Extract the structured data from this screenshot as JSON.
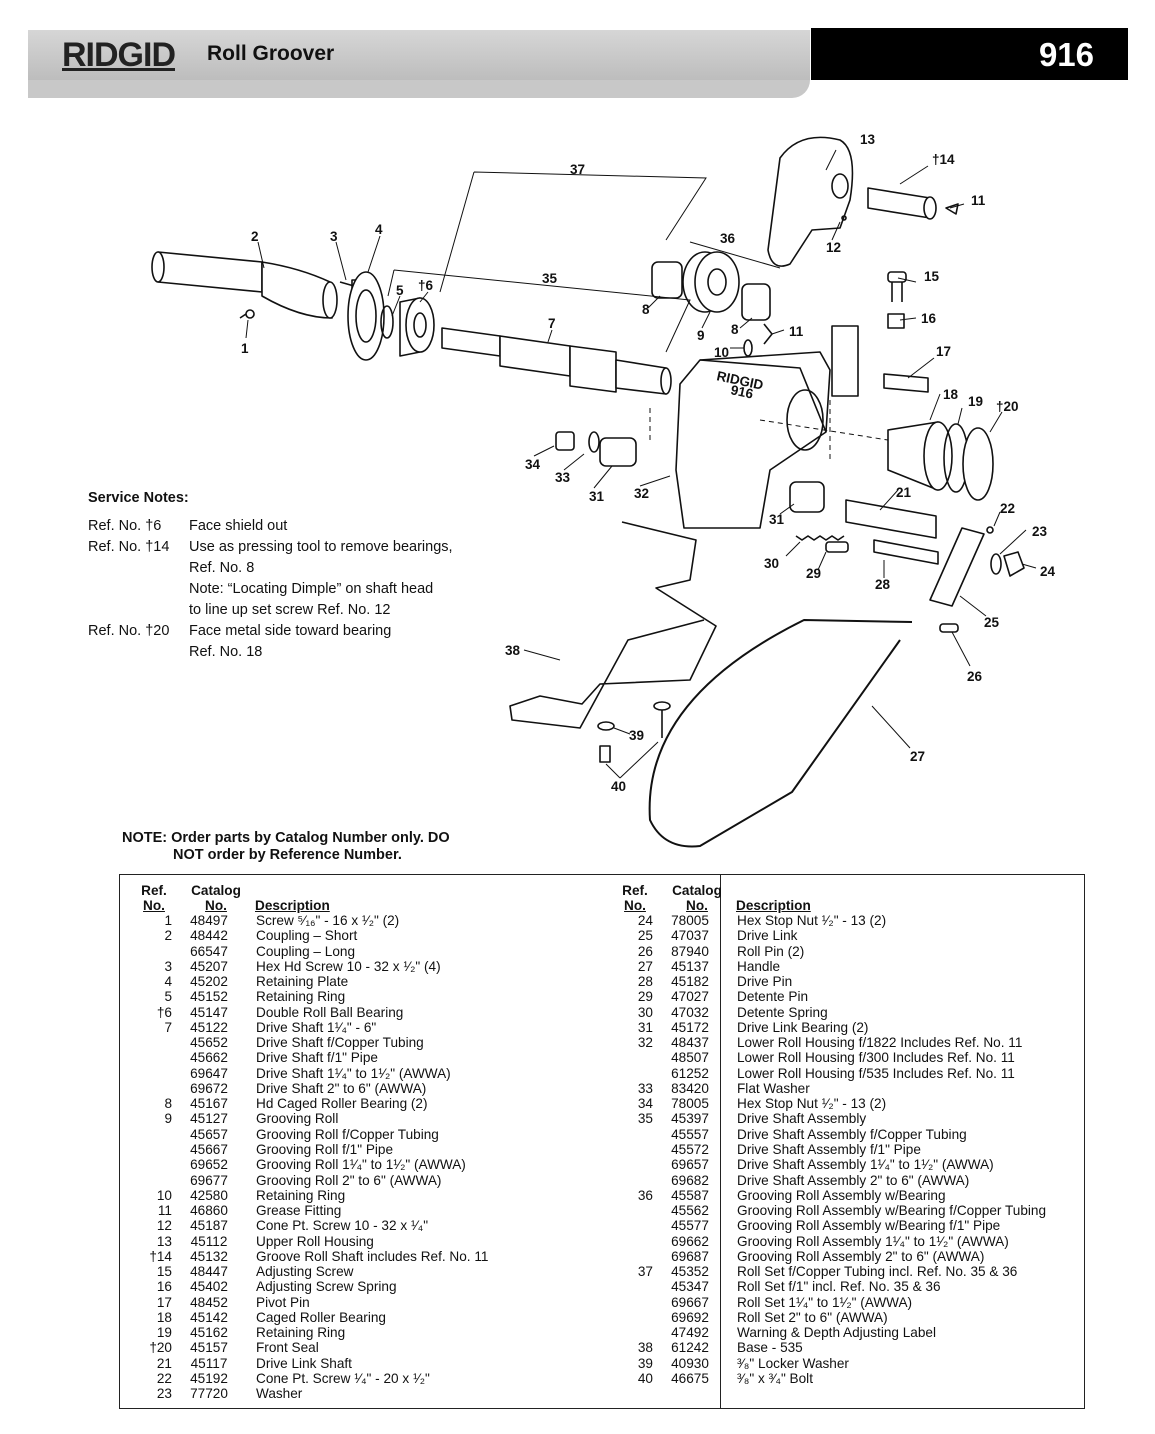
{
  "header": {
    "brand": "RIDGID",
    "title": "Roll Groover",
    "model": "916"
  },
  "callouts": {
    "c1": "1",
    "c2": "2",
    "c3": "3",
    "c4": "4",
    "c5": "5",
    "c6": "†6",
    "c7": "7",
    "c8a": "8",
    "c8b": "8",
    "c9": "9",
    "c10": "10",
    "c11a": "11",
    "c11b": "11",
    "c12": "12",
    "c13": "13",
    "c14": "†14",
    "c15": "15",
    "c16": "16",
    "c17": "17",
    "c18": "18",
    "c19": "19",
    "c20": "†20",
    "c21": "21",
    "c22": "22",
    "c23": "23",
    "c24": "24",
    "c25": "25",
    "c26": "26",
    "c27": "27",
    "c28": "28",
    "c29": "29",
    "c30": "30",
    "c31a": "31",
    "c31b": "31",
    "c32": "32",
    "c33": "33",
    "c34": "34",
    "c35": "35",
    "c36": "36",
    "c37": "37",
    "c38": "38",
    "c39": "39",
    "c40": "40"
  },
  "housing_marking": {
    "brand": "RIDGID",
    "model": "916"
  },
  "service_notes": {
    "heading": "Service Notes:",
    "items": [
      {
        "ref": "Ref. No. †6",
        "lines": [
          "Face shield out"
        ]
      },
      {
        "ref": "Ref. No. †14",
        "lines": [
          "Use as pressing tool to remove bearings,",
          "Ref. No. 8",
          "Note: “Locating Dimple” on shaft head",
          "to line up set screw Ref. No. 12"
        ]
      },
      {
        "ref": "Ref. No. †20",
        "lines": [
          "Face metal side toward bearing",
          "Ref. No. 18"
        ]
      }
    ]
  },
  "order_note": {
    "line1": "NOTE: Order parts by Catalog Number only. DO",
    "line2": "NOT order by Reference Number."
  },
  "parts_table": {
    "headers": {
      "ref_top": "Ref.",
      "ref_bottom": "No.",
      "cat_top": "Catalog",
      "cat_bottom": "No.",
      "desc": "Description"
    },
    "left": [
      {
        "ref": "1",
        "cat": "48497",
        "desc": "Screw ⁵⁄₁₆\" - 16 x ¹⁄₂\" (2)"
      },
      {
        "ref": "2",
        "cat": "48442",
        "desc": "Coupling – Short"
      },
      {
        "ref": "",
        "cat": "66547",
        "desc": "Coupling – Long"
      },
      {
        "ref": "3",
        "cat": "45207",
        "desc": "Hex Hd Screw 10 - 32 x ¹⁄₂\" (4)"
      },
      {
        "ref": "4",
        "cat": "45202",
        "desc": "Retaining Plate"
      },
      {
        "ref": "5",
        "cat": "45152",
        "desc": "Retaining Ring"
      },
      {
        "ref": "†6",
        "cat": "45147",
        "desc": "Double Roll Ball Bearing"
      },
      {
        "ref": "7",
        "cat": "45122",
        "desc": "Drive Shaft 1¹⁄₄\" - 6\""
      },
      {
        "ref": "",
        "cat": "45652",
        "desc": "Drive Shaft f/Copper Tubing"
      },
      {
        "ref": "",
        "cat": "45662",
        "desc": "Drive Shaft f/1\" Pipe"
      },
      {
        "ref": "",
        "cat": "69647",
        "desc": "Drive Shaft 1¹⁄₄\" to 1¹⁄₂\" (AWWA)"
      },
      {
        "ref": "",
        "cat": "69672",
        "desc": "Drive Shaft 2\" to 6\" (AWWA)"
      },
      {
        "ref": "8",
        "cat": "45167",
        "desc": "Hd Caged Roller Bearing (2)"
      },
      {
        "ref": "9",
        "cat": "45127",
        "desc": "Grooving Roll"
      },
      {
        "ref": "",
        "cat": "45657",
        "desc": "Grooving Roll f/Copper Tubing"
      },
      {
        "ref": "",
        "cat": "45667",
        "desc": "Grooving Roll f/1\" Pipe"
      },
      {
        "ref": "",
        "cat": "69652",
        "desc": "Grooving Roll 1¹⁄₄\" to 1¹⁄₂\" (AWWA)"
      },
      {
        "ref": "",
        "cat": "69677",
        "desc": "Grooving Roll 2\" to 6\" (AWWA)"
      },
      {
        "ref": "10",
        "cat": "42580",
        "desc": "Retaining Ring"
      },
      {
        "ref": "11",
        "cat": "46860",
        "desc": "Grease Fitting"
      },
      {
        "ref": "12",
        "cat": "45187",
        "desc": "Cone Pt. Screw 10 - 32 x ¹⁄₄\""
      },
      {
        "ref": "13",
        "cat": "45112",
        "desc": "Upper Roll Housing"
      },
      {
        "ref": "†14",
        "cat": "45132",
        "desc": "Groove Roll Shaft includes Ref. No. 11"
      },
      {
        "ref": "15",
        "cat": "48447",
        "desc": "Adjusting Screw"
      },
      {
        "ref": "16",
        "cat": "45402",
        "desc": "Adjusting Screw Spring"
      },
      {
        "ref": "17",
        "cat": "48452",
        "desc": "Pivot Pin"
      },
      {
        "ref": "18",
        "cat": "45142",
        "desc": "Caged Roller Bearing"
      },
      {
        "ref": "19",
        "cat": "45162",
        "desc": "Retaining Ring"
      },
      {
        "ref": "†20",
        "cat": "45157",
        "desc": "Front Seal"
      },
      {
        "ref": "21",
        "cat": "45117",
        "desc": "Drive Link Shaft"
      },
      {
        "ref": "22",
        "cat": "45192",
        "desc": "Cone Pt. Screw ¹⁄₄\" - 20 x ¹⁄₂\""
      },
      {
        "ref": "23",
        "cat": "77720",
        "desc": "Washer"
      }
    ],
    "right": [
      {
        "ref": "24",
        "cat": "78005",
        "desc": "Hex Stop Nut ¹⁄₂\" - 13 (2)"
      },
      {
        "ref": "25",
        "cat": "47037",
        "desc": "Drive Link"
      },
      {
        "ref": "26",
        "cat": "87940",
        "desc": "Roll Pin (2)"
      },
      {
        "ref": "27",
        "cat": "45137",
        "desc": "Handle"
      },
      {
        "ref": "28",
        "cat": "45182",
        "desc": "Drive Pin"
      },
      {
        "ref": "29",
        "cat": "47027",
        "desc": "Detente Pin"
      },
      {
        "ref": "30",
        "cat": "47032",
        "desc": "Detente Spring"
      },
      {
        "ref": "31",
        "cat": "45172",
        "desc": "Drive Link Bearing (2)"
      },
      {
        "ref": "32",
        "cat": "48437",
        "desc": "Lower Roll Housing f/1822 Includes Ref. No. 11"
      },
      {
        "ref": "",
        "cat": "48507",
        "desc": "Lower Roll Housing f/300 Includes Ref. No. 11"
      },
      {
        "ref": "",
        "cat": "61252",
        "desc": "Lower Roll Housing f/535 Includes Ref. No. 11"
      },
      {
        "ref": "33",
        "cat": "83420",
        "desc": "Flat Washer"
      },
      {
        "ref": "34",
        "cat": "78005",
        "desc": "Hex Stop Nut ¹⁄₂\" - 13 (2)"
      },
      {
        "ref": "35",
        "cat": "45397",
        "desc": "Drive Shaft Assembly"
      },
      {
        "ref": "",
        "cat": "45557",
        "desc": "Drive Shaft Assembly f/Copper Tubing"
      },
      {
        "ref": "",
        "cat": "45572",
        "desc": "Drive Shaft Assembly f/1\" Pipe"
      },
      {
        "ref": "",
        "cat": "69657",
        "desc": "Drive Shaft Assembly 1¹⁄₄\" to 1¹⁄₂\" (AWWA)"
      },
      {
        "ref": "",
        "cat": "69682",
        "desc": "Drive Shaft Assembly 2\" to 6\" (AWWA)"
      },
      {
        "ref": "36",
        "cat": "45587",
        "desc": "Grooving Roll Assembly w/Bearing"
      },
      {
        "ref": "",
        "cat": "45562",
        "desc": "Grooving Roll Assembly w/Bearing f/Copper Tubing"
      },
      {
        "ref": "",
        "cat": "45577",
        "desc": "Grooving Roll Assembly w/Bearing f/1\" Pipe"
      },
      {
        "ref": "",
        "cat": "69662",
        "desc": "Grooving Roll Assembly 1¹⁄₄\" to 1¹⁄₂\" (AWWA)"
      },
      {
        "ref": "",
        "cat": "69687",
        "desc": "Grooving Roll Assembly 2\" to 6\" (AWWA)"
      },
      {
        "ref": "37",
        "cat": "45352",
        "desc": "Roll Set f/Copper Tubing incl. Ref. No. 35 & 36"
      },
      {
        "ref": "",
        "cat": "45347",
        "desc": "Roll Set f/1\" incl. Ref. No. 35 & 36"
      },
      {
        "ref": "",
        "cat": "69667",
        "desc": "Roll Set 1¹⁄₄\" to 1¹⁄₂\" (AWWA)"
      },
      {
        "ref": "",
        "cat": "69692",
        "desc": "Roll Set 2\" to 6\" (AWWA)"
      },
      {
        "ref": "",
        "cat": "47492",
        "desc": "Warning & Depth Adjusting Label"
      },
      {
        "ref": "38",
        "cat": "61242",
        "desc": "Base - 535"
      },
      {
        "ref": "39",
        "cat": "40930",
        "desc": "³⁄₈\" Locker Washer"
      },
      {
        "ref": "40",
        "cat": "46675",
        "desc": "³⁄₈\" x ³⁄₄\" Bolt"
      }
    ]
  }
}
